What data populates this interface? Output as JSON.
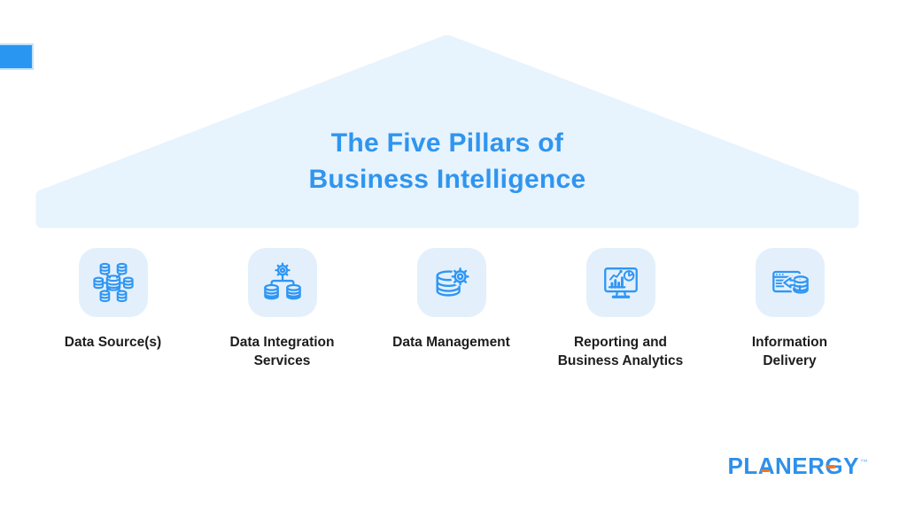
{
  "title": {
    "line1": "The Five Pillars of",
    "line2": "Business Intelligence"
  },
  "pillars": [
    {
      "name": "data-sources",
      "lines": [
        "Data Source(s)"
      ]
    },
    {
      "name": "data-integration",
      "lines": [
        "Data Integration",
        "Services"
      ]
    },
    {
      "name": "data-management",
      "lines": [
        "Data Management"
      ]
    },
    {
      "name": "reporting-analytics",
      "lines": [
        "Reporting and",
        "Business Analytics"
      ]
    },
    {
      "name": "information-delivery",
      "lines": [
        "Information",
        "Delivery"
      ]
    }
  ],
  "logo": {
    "text": "PLANERGY",
    "trademark": "™"
  },
  "colors": {
    "accent_rect": "#2997f1",
    "roof_fill": "#e7f3fd",
    "card_fill": "#e3f0fc",
    "title_blue": "#2f95ef",
    "label_dark": "#1d1d1f",
    "icon_stroke": "#2f96f4",
    "logo_blue": "#2e90ea",
    "logo_orange": "#f5731f"
  }
}
